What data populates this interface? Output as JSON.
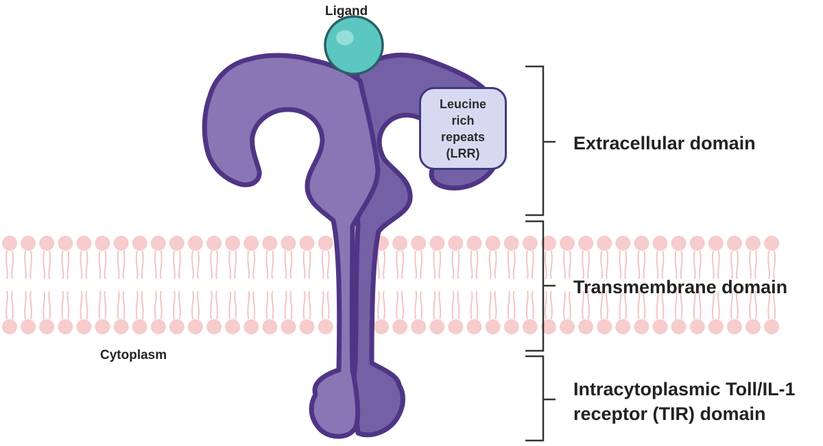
{
  "labels": {
    "ligand": "Ligand",
    "lrr_line1": "Leucine",
    "lrr_line2": "rich",
    "lrr_line3": "repeats",
    "lrr_line4": "(LRR)",
    "extracellular": "Extracellular domain",
    "transmembrane": "Transmembrane domain",
    "cytoplasm": "Cytoplasm",
    "tir_line1": "Intracytoplasmic Toll/IL-1",
    "tir_line2": "receptor (TIR) domain"
  },
  "colors": {
    "receptor_fill_light": "#8a76b4",
    "receptor_fill_dark": "#7460a4",
    "receptor_outline": "#4f3585",
    "ligand_fill": "#5cc6c1",
    "ligand_outline": "#2a5f66",
    "lipid_head": "#f6cccc",
    "lipid_tail": "#f3c4c4",
    "lrr_box_fill": "#d6d9f0",
    "lrr_box_outline": "#3f3a80",
    "bracket": "#333333",
    "text": "#222222"
  }
}
